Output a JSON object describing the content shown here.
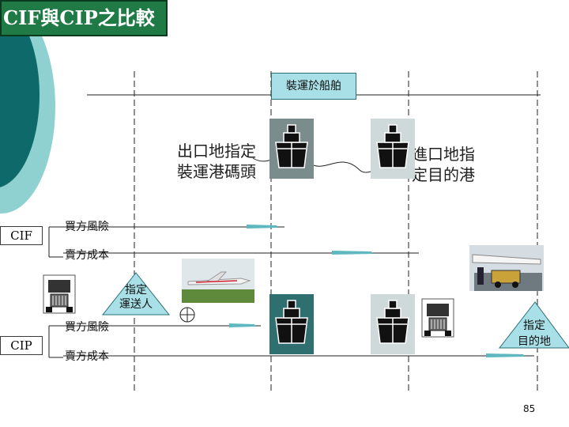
{
  "title": "CIF與CIP之比較",
  "top_label": "裝運於船舶",
  "export_label_line1": "出口地指定",
  "export_label_line2": "裝運港碼頭",
  "import_label_line1": "進口地指",
  "import_label_line2": "定目的港",
  "cif_label": "CIF",
  "cip_label": "CIP",
  "cif_rows": [
    "買方風險",
    "賣方成本"
  ],
  "cip_rows": [
    "買方風險",
    "賣方成本"
  ],
  "carrier_line1": "指定",
  "carrier_line2": "運送人",
  "destination_line1": "指定",
  "destination_line2": "目的地",
  "page_number": "85",
  "icons": [
    "ship-icon",
    "truck-icon",
    "airplane-icon",
    "cargo-loading-icon",
    "cross-circle-icon"
  ],
  "colors": {
    "title_bg": "#1f7a46",
    "label_bg": "#a9e0e8",
    "teal_dark": "#0e6a6a",
    "teal_light": "#8fd0d0",
    "ship_bg_dark": "#2f6f6f"
  }
}
